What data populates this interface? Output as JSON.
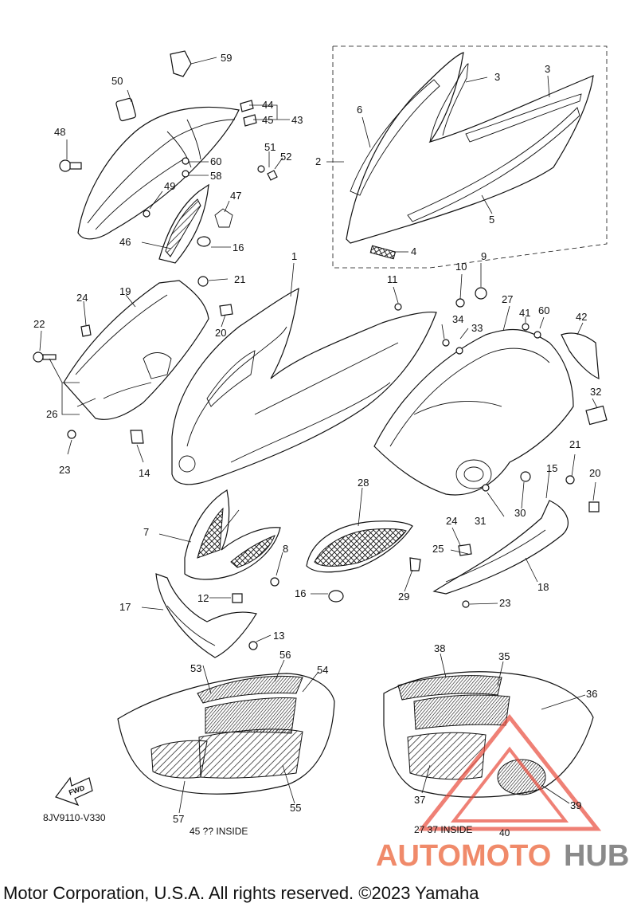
{
  "callouts": {
    "n1": "1",
    "n2": "2",
    "n3a": "3",
    "n3b": "3",
    "n4": "4",
    "n5": "5",
    "n6": "6",
    "n7": "7",
    "n8": "8",
    "n9": "9",
    "n10": "10",
    "n11": "11",
    "n12": "12",
    "n13": "13",
    "n14": "14",
    "n15": "15",
    "n16a": "16",
    "n16b": "16",
    "n17": "17",
    "n18": "18",
    "n19": "19",
    "n20a": "20",
    "n20b": "20",
    "n21a": "21",
    "n21b": "21",
    "n22": "22",
    "n23a": "23",
    "n23b": "23",
    "n24a": "24",
    "n24b": "24",
    "n25": "25",
    "n26": "26",
    "n27": "27",
    "n28": "28",
    "n29": "29",
    "n30": "30",
    "n31": "31",
    "n32": "32",
    "n33": "33",
    "n34": "34",
    "n35": "35",
    "n36": "36",
    "n37": "37",
    "n38": "38",
    "n39": "39",
    "n40": "40",
    "n41": "41",
    "n42": "42",
    "n43": "43",
    "n44": "44",
    "n45": "45",
    "n46": "46",
    "n47": "47",
    "n48": "48",
    "n49": "49",
    "n50": "50",
    "n51": "51",
    "n52": "52",
    "n53": "53",
    "n54": "54",
    "n55": "55",
    "n56": "56",
    "n57": "57",
    "n58": "58",
    "n59": "59",
    "n60a": "60",
    "n60b": "60"
  },
  "fwd_label": "FWD",
  "diagram_code": "8JV9110-V330",
  "inside_left": "45 ?? INSIDE",
  "inside_right": "27 37 INSIDE",
  "inside_right_40": "40",
  "footer_text": "Motor Corporation, U.S.A. All rights reserved.   ©2023 Yamaha",
  "watermark": {
    "auto": "AUTOMOTO",
    "hub": "HUB",
    "accent": "#f08a6a",
    "grey": "#8a8a8a",
    "triangle": "#e84a3a"
  }
}
